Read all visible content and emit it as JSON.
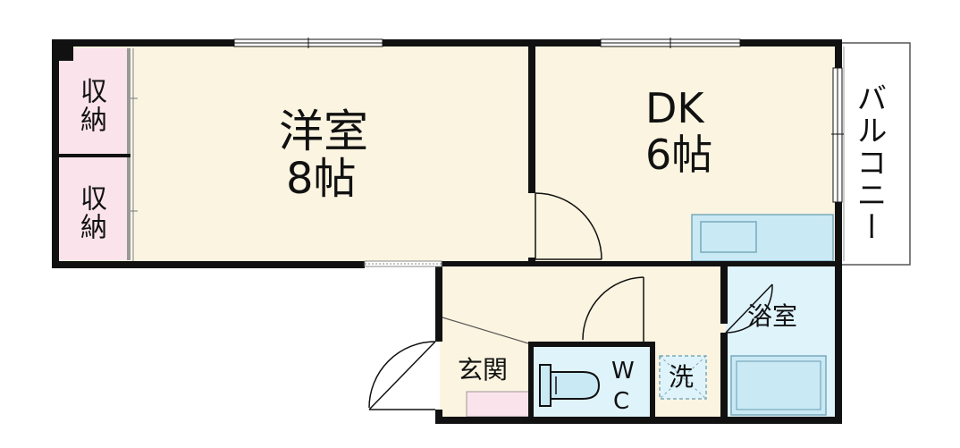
{
  "rooms": {
    "western_room": {
      "name": "洋室",
      "size": "8帖"
    },
    "dk": {
      "name": "DK",
      "size": "6帖"
    },
    "balcony": "バルコニー",
    "storage_top": "収納",
    "storage_bottom": "収納",
    "entrance": "玄関",
    "bathroom": "浴室",
    "wc_w": "W",
    "wc_c": "C",
    "washer": "洗"
  },
  "colors": {
    "wall": "#111111",
    "floor": "#fbf4e0",
    "storage": "#fbe3ec",
    "wet_area": "#dff3fb",
    "fixture": "#c9e9f5",
    "fixture_line": "#7aa9bb"
  }
}
